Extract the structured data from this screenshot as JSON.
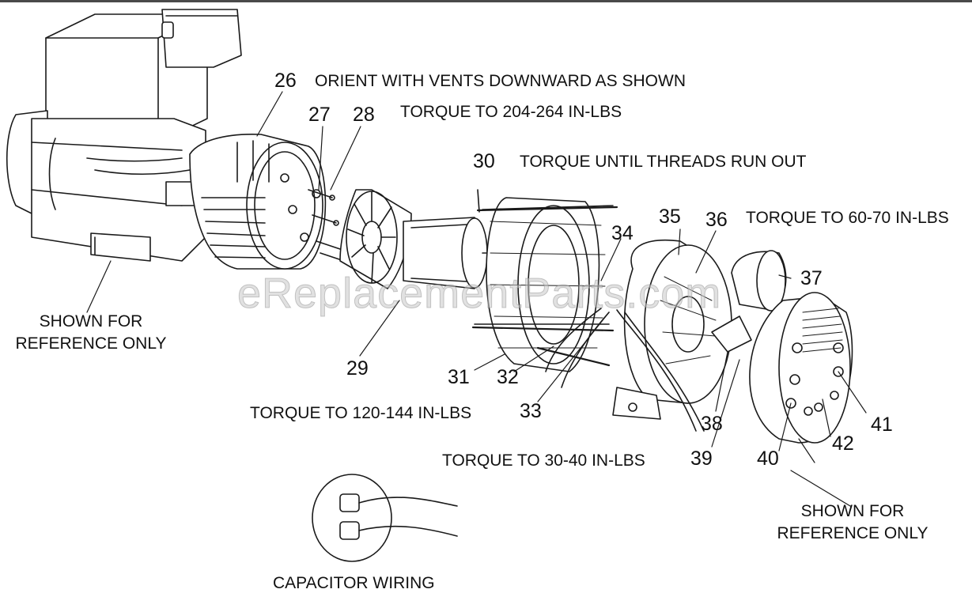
{
  "watermark": "eReplacementParts.com",
  "parts": [
    {
      "id": "26",
      "label": "26"
    },
    {
      "id": "27",
      "label": "27"
    },
    {
      "id": "28",
      "label": "28"
    },
    {
      "id": "29",
      "label": "29"
    },
    {
      "id": "30",
      "label": "30"
    },
    {
      "id": "31",
      "label": "31"
    },
    {
      "id": "32",
      "label": "32"
    },
    {
      "id": "33",
      "label": "33"
    },
    {
      "id": "34",
      "label": "34"
    },
    {
      "id": "35",
      "label": "35"
    },
    {
      "id": "36",
      "label": "36"
    },
    {
      "id": "37",
      "label": "37"
    },
    {
      "id": "38",
      "label": "38"
    },
    {
      "id": "39",
      "label": "39"
    },
    {
      "id": "40",
      "label": "40"
    },
    {
      "id": "41",
      "label": "41"
    },
    {
      "id": "42",
      "label": "42"
    }
  ],
  "notes": {
    "orient": "ORIENT WITH VENTS DOWNWARD AS SHOWN",
    "torque_204": "TORQUE TO 204-264 IN-LBS",
    "torque_threads": "TORQUE UNTIL THREADS RUN OUT",
    "torque_60": "TORQUE TO 60-70 IN-LBS",
    "torque_120": "TORQUE TO 120-144 IN-LBS",
    "torque_30": "TORQUE TO 30-40 IN-LBS",
    "ref_left_1": "SHOWN FOR",
    "ref_left_2": "REFERENCE ONLY",
    "ref_right_1": "SHOWN FOR",
    "ref_right_2": "REFERENCE ONLY",
    "capacitor": "CAPACITOR WIRING"
  }
}
